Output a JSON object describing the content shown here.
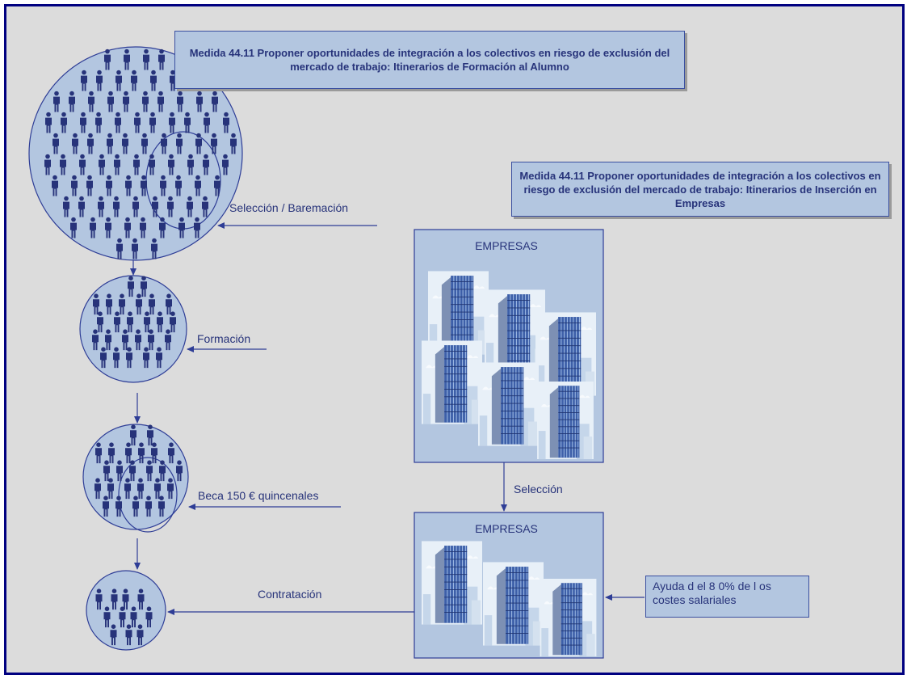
{
  "title_training": "Medida 44.11 Proponer oportunidades de integración a los colectivos en riesgo de exclusión del mercado de trabajo: Itinerarios de Formación al Alumno",
  "title_insertion": "Medida 44.11 Proponer oportunidades de integración a los colectivos en riesgo de exclusión del mercado de trabajo: Itinerarios de Inserción en Empresas",
  "labels": {
    "seleccion_baremacion": "Selección / Baremación",
    "formacion": "Formación",
    "beca": "Beca 150 € quincenales",
    "contratacion": "Contratación",
    "seleccion": "Selección"
  },
  "empresas_top": "EMPRESAS",
  "empresas_bottom": "EMPRESAS",
  "aid_text": "Ayuda d el 8 0% de  l os costes salariales",
  "colors": {
    "frame": "#000080",
    "background": "#dcdcdc",
    "circle_fill": "#b3c6e0",
    "stroke": "#2e3d96",
    "person": "#27337a"
  },
  "icons": [
    "person-icon",
    "office-building-icon"
  ]
}
